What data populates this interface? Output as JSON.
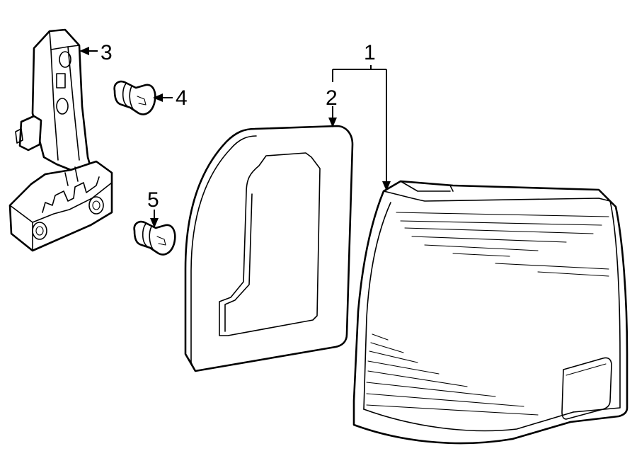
{
  "diagram": {
    "callouts": [
      {
        "id": "1",
        "label": "1",
        "part": "tail-lamp-assembly"
      },
      {
        "id": "2",
        "label": "2",
        "part": "tail-lamp-gasket"
      },
      {
        "id": "3",
        "label": "3",
        "part": "bulb-socket-plate"
      },
      {
        "id": "4",
        "label": "4",
        "part": "bulb"
      },
      {
        "id": "5",
        "label": "5",
        "part": "bulb"
      }
    ]
  }
}
